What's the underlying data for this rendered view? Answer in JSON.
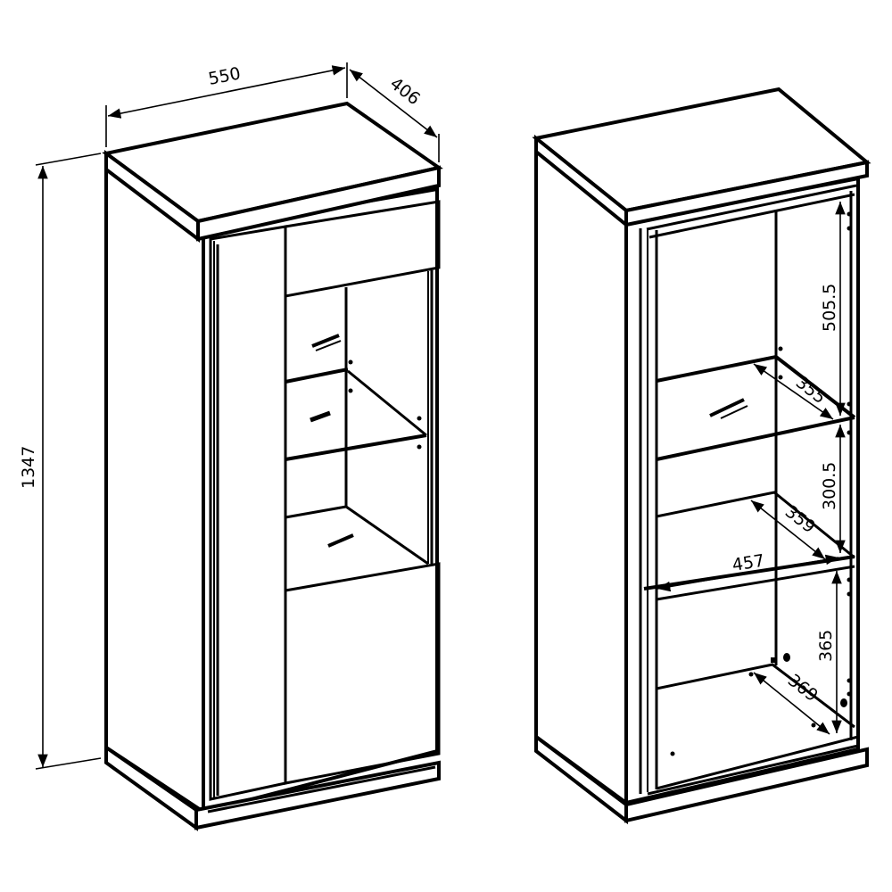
{
  "diagram": {
    "type": "furniture-dimension-drawing",
    "units": "mm",
    "views": [
      {
        "id": "closed-view",
        "description": "Display cabinet with doors closed (glass door upper-left, drawer top right, solid door bottom right)",
        "dimensions": {
          "width": "550",
          "depth": "406",
          "height": "1347"
        }
      },
      {
        "id": "open-view",
        "description": "Cabinet without doors showing internal shelves and clearances",
        "dimensions": {
          "upper_compartment_height": "505.5",
          "upper_shelf_depth": "355",
          "middle_compartment_height": "300.5",
          "middle_shelf_depth": "359",
          "inner_width": "457",
          "lower_compartment_height": "365",
          "bottom_depth": "369"
        }
      }
    ]
  },
  "colors": {
    "line": "#000000",
    "background": "#ffffff"
  }
}
